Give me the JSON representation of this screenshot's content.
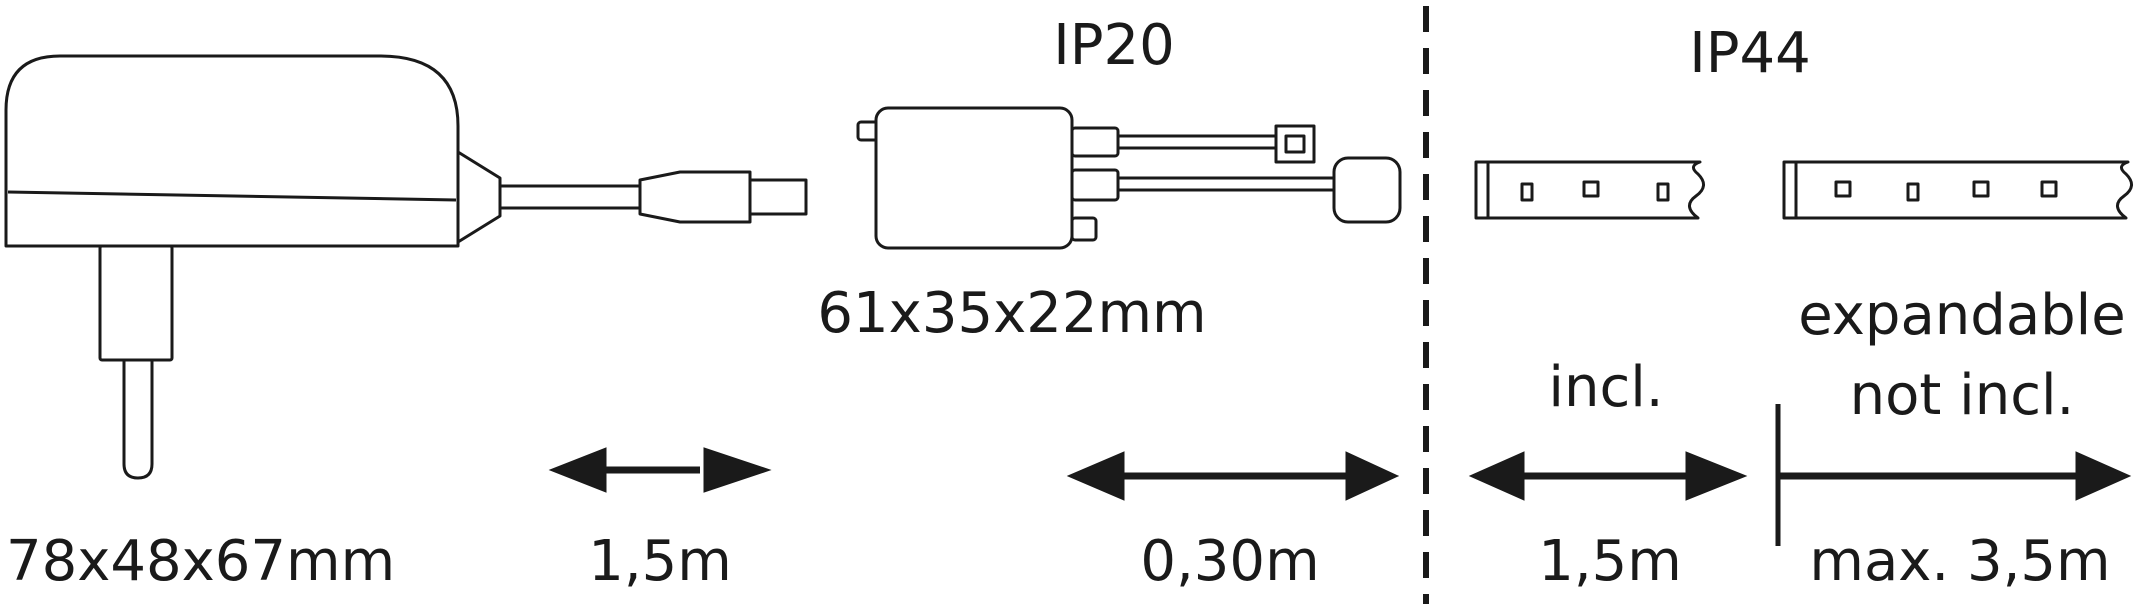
{
  "zones": {
    "left_rating": "IP20",
    "right_rating": "IP44"
  },
  "power_supply": {
    "dimensions": "78x48x67mm",
    "cable_length": "1,5m"
  },
  "controller": {
    "dimensions": "61x35x22mm",
    "cable_length": "0,30m"
  },
  "strip_included": {
    "label": "incl.",
    "length": "1,5m"
  },
  "strip_extension": {
    "label_line1": "expandable",
    "label_line2": "not incl.",
    "length": "max. 3,5m"
  }
}
